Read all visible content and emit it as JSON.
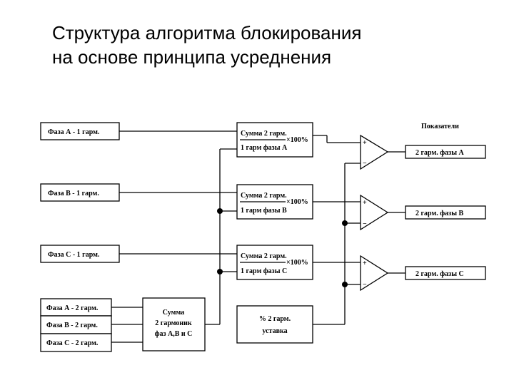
{
  "title": {
    "line1": "Структура алгоритма блокирования",
    "line2": "на основе принципа усреднения"
  },
  "inputs": {
    "phase_a_h1": "Фаза А - 1 гарм.",
    "phase_b_h1": "Фаза В - 1 гарм.",
    "phase_c_h1": "Фаза С - 1 гарм.",
    "phase_a_h2": "Фаза А - 2 гарм.",
    "phase_b_h2": "Фаза В - 2 гарм.",
    "phase_c_h2": "Фаза С - 2 гарм."
  },
  "sum_block": {
    "line1": "Сумма",
    "line2": "2 гармоник",
    "line3": "фаз А,В и С"
  },
  "ratio_blocks": {
    "numerator": "Сумма 2 гарм.",
    "multiplier": "×100%",
    "den_a": "1 гарм фазы А",
    "den_b": "1 гарм фазы В",
    "den_c": "1 гарм фазы С"
  },
  "setpoint": {
    "line1": "% 2 гарм.",
    "line2": "уставка"
  },
  "comparator": {
    "plus": "+",
    "minus": "−"
  },
  "outputs": {
    "header": "Показатели",
    "out_a": "2 гарм. фазы А",
    "out_b": "2 гарм. фазы В",
    "out_c": "2 гарм. фазы С"
  }
}
